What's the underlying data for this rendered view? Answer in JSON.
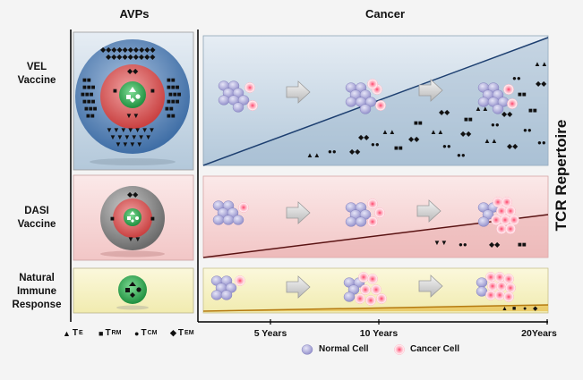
{
  "headers": {
    "left": "AVPs",
    "right": "Cancer"
  },
  "rows": [
    {
      "line1": "VEL",
      "line2": "Vaccine",
      "line3": ""
    },
    {
      "line1": "DASI",
      "line2": "Vaccine",
      "line3": ""
    },
    {
      "line1": "Natural",
      "line2": "Immune",
      "line3": "Response"
    }
  ],
  "side_label": "TCR Repertoire",
  "axis_ticks": [
    "5 Years",
    "10 Years",
    "20Years"
  ],
  "cell_types": [
    {
      "symbol": "▲",
      "name": "T",
      "sub": "E"
    },
    {
      "symbol": "■",
      "name": "T",
      "sub": "RM"
    },
    {
      "symbol": "●",
      "name": "T",
      "sub": "CM"
    },
    {
      "symbol": "◆",
      "name": "T",
      "sub": "EM"
    }
  ],
  "cell_legend": {
    "normal": "Normal Cell",
    "cancer": "Cancer Cell"
  },
  "colors": {
    "vel_panel": "#c9d9e6",
    "dasi_panel": "#f6d6d6",
    "natural_panel": "#f6f1c4",
    "normal_cell": "#b9b7df",
    "cancer_cell": "#ff5a7a"
  }
}
